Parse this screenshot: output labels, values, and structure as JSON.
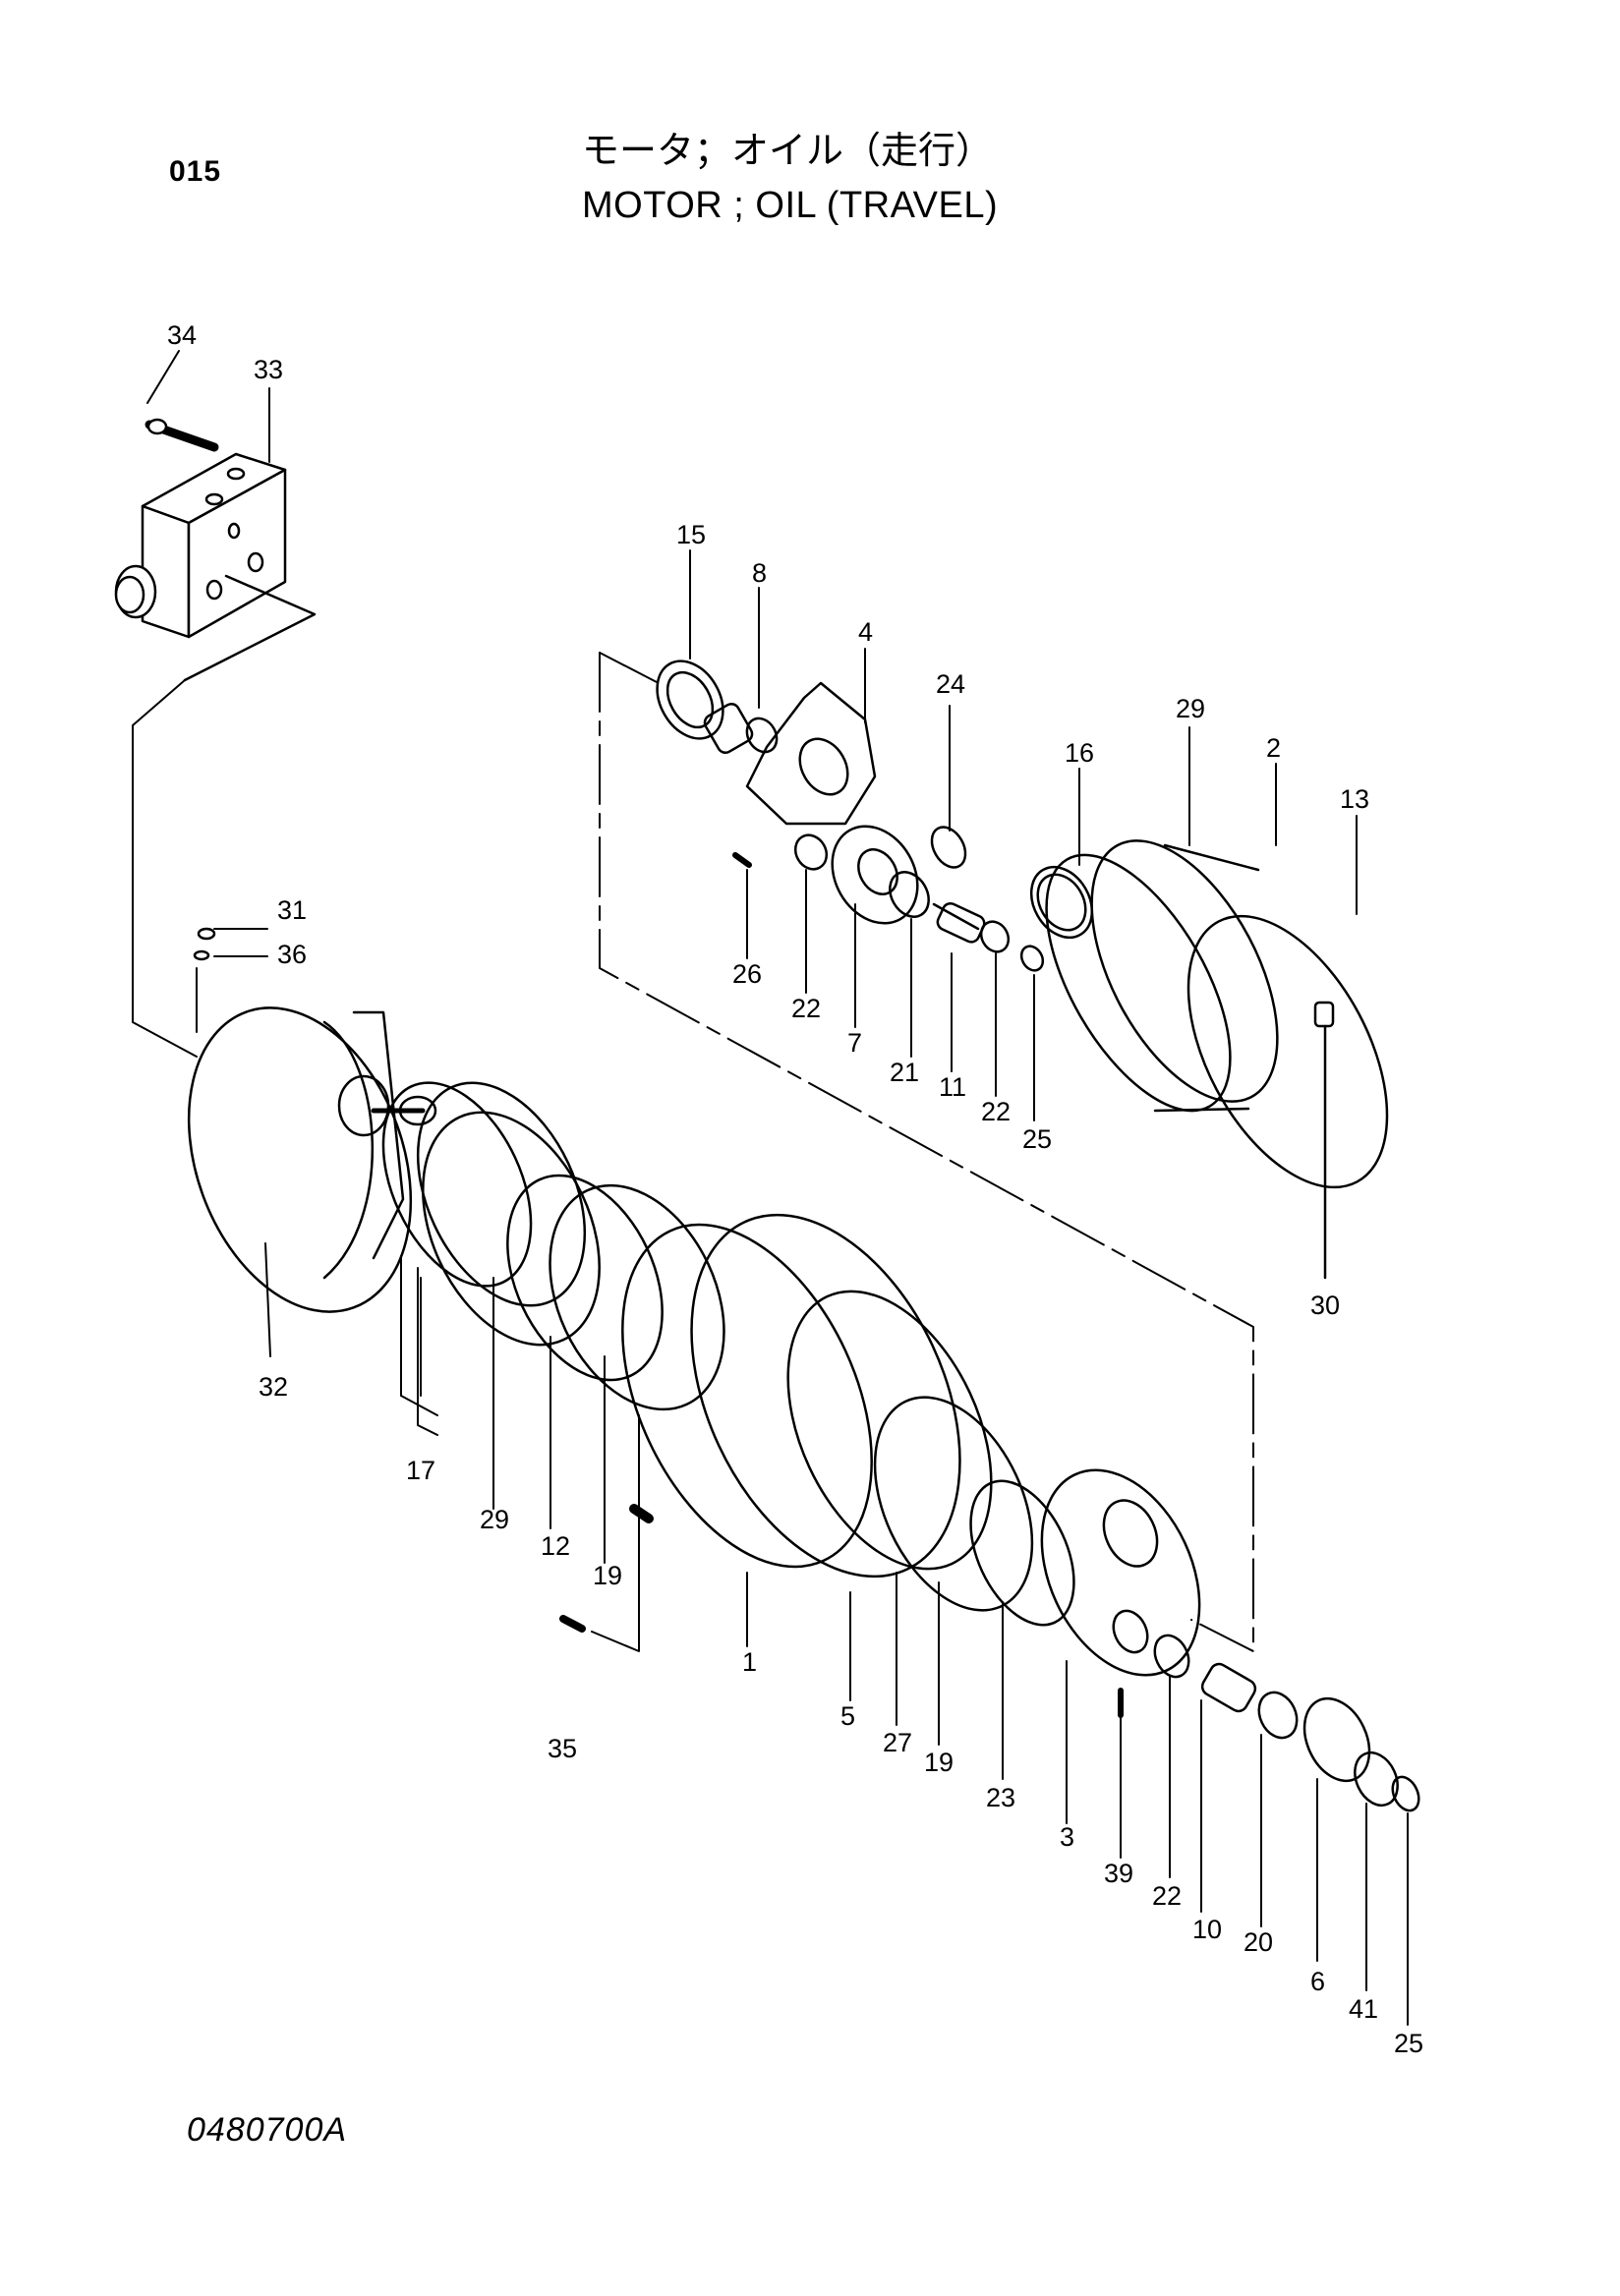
{
  "header": {
    "page_code": "015",
    "title_jp": "モータ；オイル（走行）",
    "title_en": "MOTOR ; OIL (TRAVEL)"
  },
  "footer": {
    "drawing_no": "0480700A"
  },
  "callouts": [
    "34",
    "33",
    "15",
    "8",
    "4",
    "24",
    "16",
    "29",
    "2",
    "13",
    "31",
    "36",
    "26",
    "22",
    "7",
    "21",
    "11",
    "22",
    "25",
    "30",
    "32",
    "17",
    "29",
    "12",
    "19",
    "1",
    "5",
    "27",
    "19",
    "23",
    "3",
    "35",
    "39",
    "22",
    "10",
    "20",
    "6",
    "41",
    "25"
  ]
}
